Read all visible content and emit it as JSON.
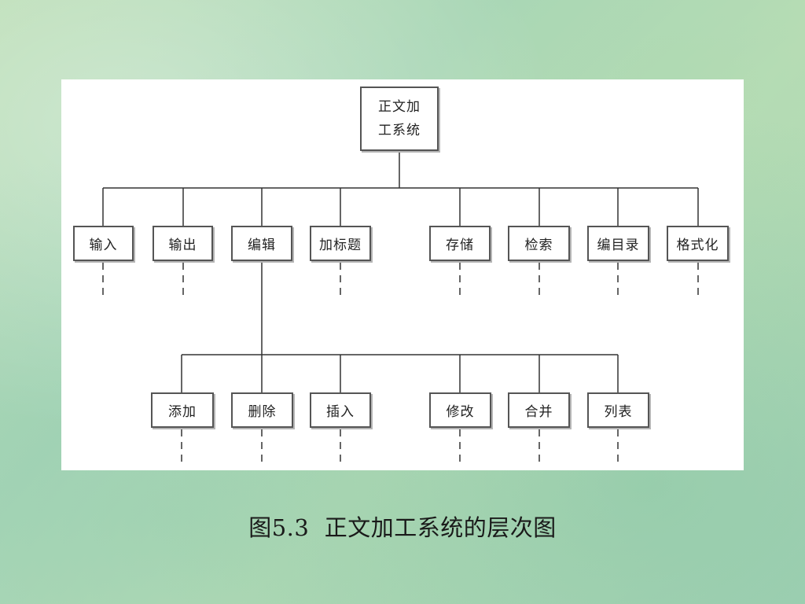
{
  "diagram": {
    "root": {
      "line1": "正文加",
      "line2": "工系统"
    },
    "level1": [
      {
        "id": "input",
        "label": "输入"
      },
      {
        "id": "output",
        "label": "输出"
      },
      {
        "id": "edit",
        "label": "编辑"
      },
      {
        "id": "add-title",
        "label": "加标题"
      },
      {
        "id": "store",
        "label": "存储"
      },
      {
        "id": "search",
        "label": "检索"
      },
      {
        "id": "catalog",
        "label": "编目录"
      },
      {
        "id": "format",
        "label": "格式化"
      }
    ],
    "level2": [
      {
        "id": "append",
        "label": "添加"
      },
      {
        "id": "delete",
        "label": "删除"
      },
      {
        "id": "insert",
        "label": "插入"
      },
      {
        "id": "modify",
        "label": "修改"
      },
      {
        "id": "merge",
        "label": "合并"
      },
      {
        "id": "list",
        "label": "列表"
      }
    ]
  },
  "caption": "图5.3  正文加工系统的层次图"
}
